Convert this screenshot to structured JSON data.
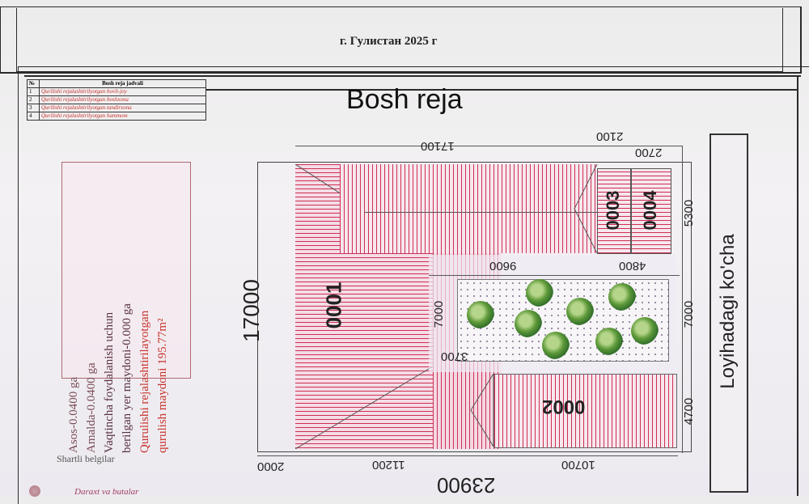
{
  "header": {
    "title": "г. Гулистан 2025 г"
  },
  "legend_table": {
    "col_no": "№",
    "col_title": "Bosh reja jadvali",
    "rows": [
      {
        "no": "1",
        "text": "Qurilishi rejalashtirilyotgan hovli-joy"
      },
      {
        "no": "2",
        "text": "Qurilishi rejalashtirilyotgan boshxona"
      },
      {
        "no": "3",
        "text": "Qurilishi rejalashtirilyotgan tandirxona"
      },
      {
        "no": "4",
        "text": "Qurilishi rejalashtirilyotgan hammom"
      }
    ]
  },
  "plan": {
    "title": "Bosh reja",
    "street": "Loyihadagi ko'cha",
    "overall_height": "17000",
    "overall_width": "23900",
    "zones": {
      "z1": "0001",
      "z2": "0002",
      "z3": "0003",
      "z4": "0004"
    },
    "dims_top": {
      "d17100": "17100",
      "d2100": "2100",
      "d2700": "2700"
    },
    "dims_middle": {
      "d9600": "9600",
      "d4800": "4800",
      "d7000": "7000",
      "d3700": "3700"
    },
    "dims_right": {
      "d5300": "5300",
      "d7000": "7000",
      "d4700": "4700"
    },
    "dims_bottom": {
      "d2000": "2000",
      "d11200": "11200",
      "d10700": "10700"
    }
  },
  "info_box": {
    "line1": "Asos-0.0400 ga",
    "line2": "Amalda-0.0400 ga",
    "line3": "Vaqtincha foydalanish uchun",
    "line4": "berilgan yer maydoni-0.000 ga",
    "line5": "Qurulishi rejalashtirilayotgan",
    "line6": "qurulish maydoni 195.77m²"
  },
  "footer": {
    "legend_title": "Shartli belgilar",
    "legend_item": "Daraxt va butalar"
  }
}
